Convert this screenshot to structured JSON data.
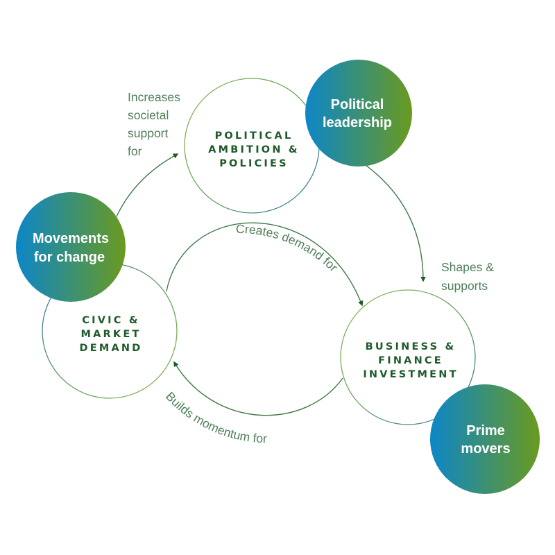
{
  "colors": {
    "dark_green": "#1f5a2a",
    "arrow_green": "#3f7a46",
    "label_green": "#4e7f5a",
    "gradient_blue": "#0d86c8",
    "gradient_green": "#6a9a1f",
    "ring_green": "#7fae4a",
    "ring_blue": "#2f73b5"
  },
  "stages": {
    "political": [
      "POLITICAL",
      "AMBITION &",
      "POLICIES"
    ],
    "business": [
      "BUSINESS &",
      "FINANCE",
      "INVESTMENT"
    ],
    "civic": [
      "CIVIC &",
      "MARKET",
      "DEMAND"
    ]
  },
  "actors": {
    "political_leadership": [
      "Political",
      "leadership"
    ],
    "prime_movers": [
      "Prime",
      "movers"
    ],
    "movements": [
      "Movements",
      "for change"
    ]
  },
  "flows": {
    "increases": [
      "Increases",
      "societal",
      "support",
      "for"
    ],
    "shapes": [
      "Shapes &",
      "supports"
    ],
    "creates": "Creates demand for",
    "builds": "Builds momentum for"
  }
}
